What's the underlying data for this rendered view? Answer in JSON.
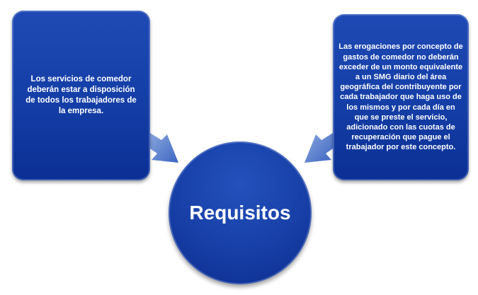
{
  "left_box": {
    "text": "Los servicios de comedor deberán estar a disposición de todos los trabajadores de la empresa."
  },
  "right_box": {
    "text": "Las erogaciones por concepto de gastos de comedor no deberán exceder de un monto equivalente a un SMG diario del área geográfica del contribuyente por cada trabajador que haga uso de los mismos y por cada día en que se preste el servicio, adicionado con las cuotas de recuperación que pague el trabajador por este concepto."
  },
  "center": {
    "label": "Requisitos"
  },
  "colors": {
    "box": "#143ea6",
    "arrow": "#5a7fcc"
  }
}
